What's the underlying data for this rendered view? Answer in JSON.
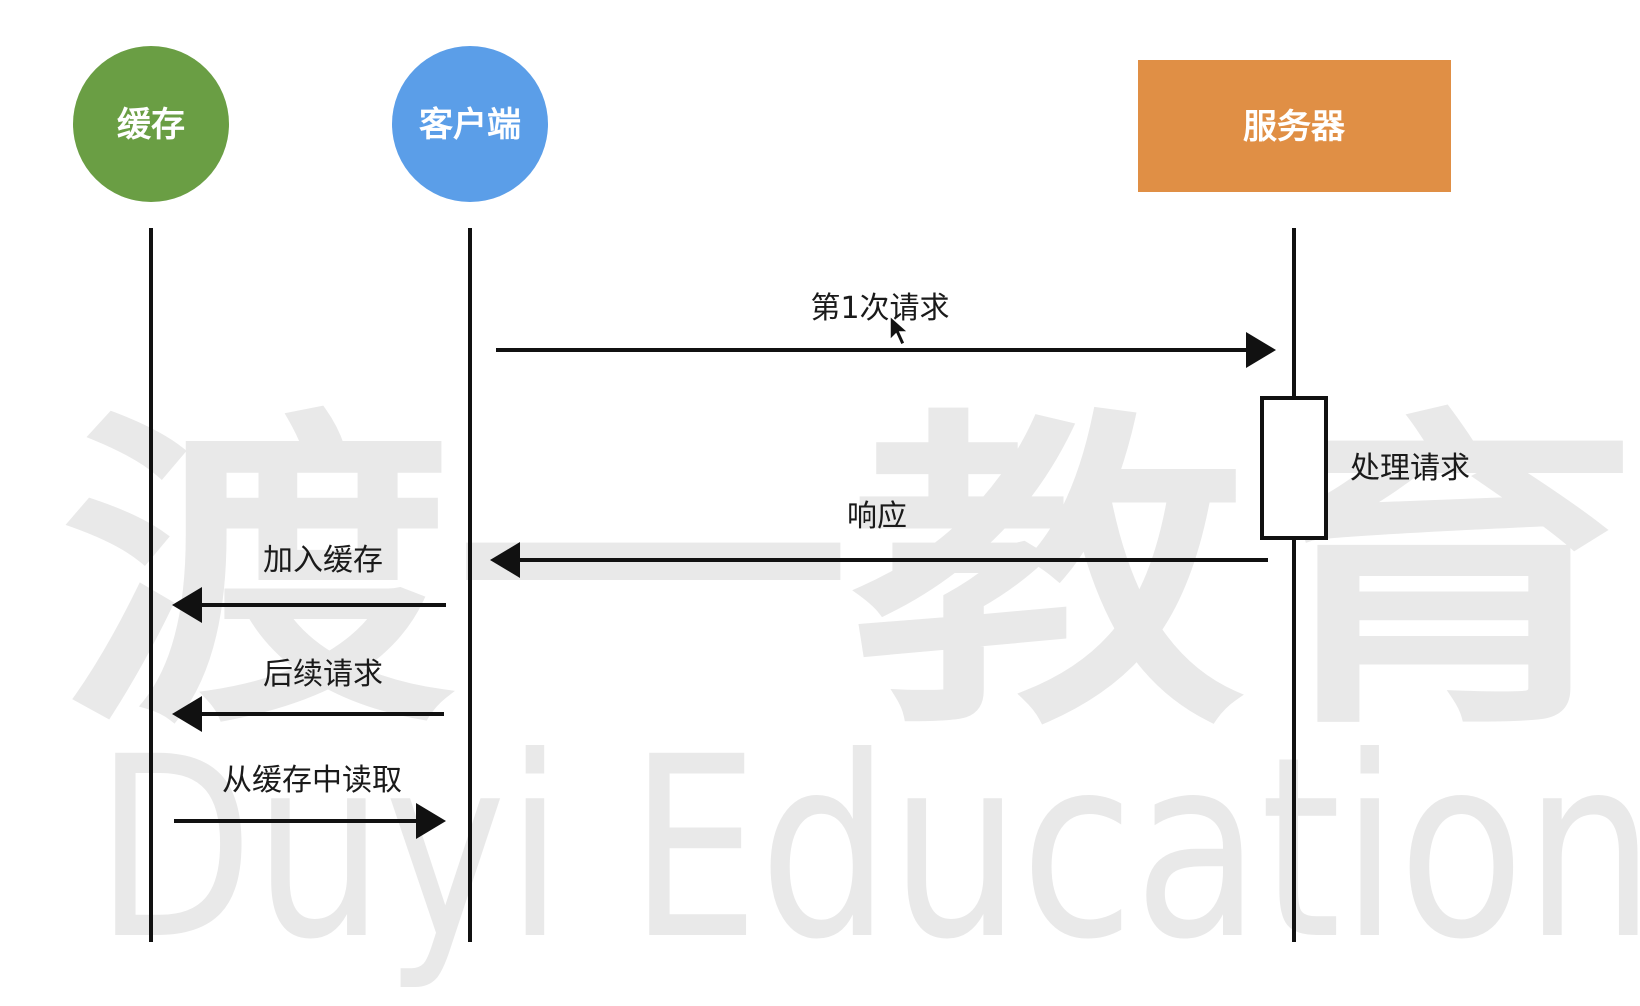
{
  "watermark": {
    "chinese": "渡一教育",
    "english": "Duyi Education"
  },
  "participants": [
    {
      "id": "cache",
      "label": "缓存",
      "shape": "circle",
      "color": "#6a9e44"
    },
    {
      "id": "client",
      "label": "客户端",
      "shape": "circle",
      "color": "#5b9ee8"
    },
    {
      "id": "server",
      "label": "服务器",
      "shape": "rect",
      "color": "#e08f45"
    }
  ],
  "messages": [
    {
      "id": "first-request",
      "label": "第1次请求",
      "from": "client",
      "to": "server"
    },
    {
      "id": "response",
      "label": "响应",
      "from": "server",
      "to": "client"
    },
    {
      "id": "add-to-cache",
      "label": "加入缓存",
      "from": "client",
      "to": "cache"
    },
    {
      "id": "subsequent-request",
      "label": "后续请求",
      "from": "client",
      "to": "cache"
    },
    {
      "id": "read-from-cache",
      "label": "从缓存中读取",
      "from": "cache",
      "to": "client"
    }
  ],
  "activation": {
    "on": "server",
    "label": "处理请求"
  }
}
